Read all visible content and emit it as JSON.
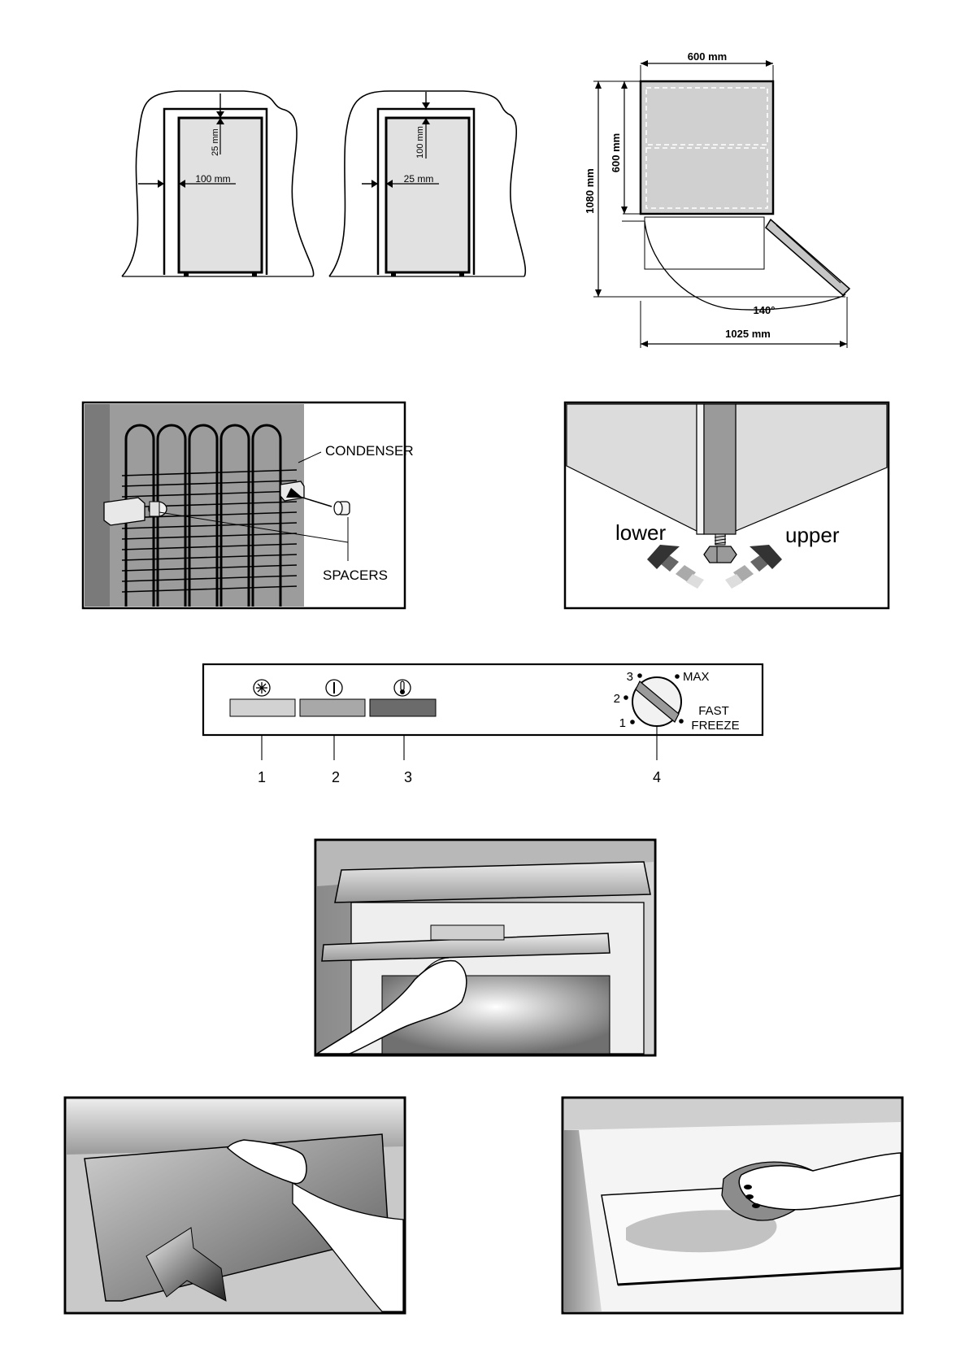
{
  "clearance": {
    "left": {
      "top_gap": "25 mm",
      "side_gap": "100 mm"
    },
    "right": {
      "top_gap": "100 mm",
      "side_gap": "25 mm"
    }
  },
  "dimensions": {
    "width": "600 mm",
    "depth": "600 mm",
    "total_depth": "1080 mm",
    "door_swing": "1025 mm",
    "door_angle": "140°"
  },
  "condenser_figure": {
    "condenser_label": "CONDENSER",
    "spacers_label": "SPACERS"
  },
  "feet_figure": {
    "lower_label": "lower",
    "upper_label": "upper"
  },
  "control_panel": {
    "indicators": [
      {
        "number": "1",
        "icon": "snowflake-icon",
        "color": "#d2d2d2"
      },
      {
        "number": "2",
        "icon": "power-icon",
        "color": "#a8a8a8"
      },
      {
        "number": "3",
        "icon": "thermometer-alarm-icon",
        "color": "#6b6b6b"
      }
    ],
    "dial": {
      "number": "4",
      "positions": [
        "1",
        "2",
        "3"
      ],
      "max_label": "MAX",
      "fast_freeze_line1": "FAST",
      "fast_freeze_line2": "FREEZE"
    }
  }
}
